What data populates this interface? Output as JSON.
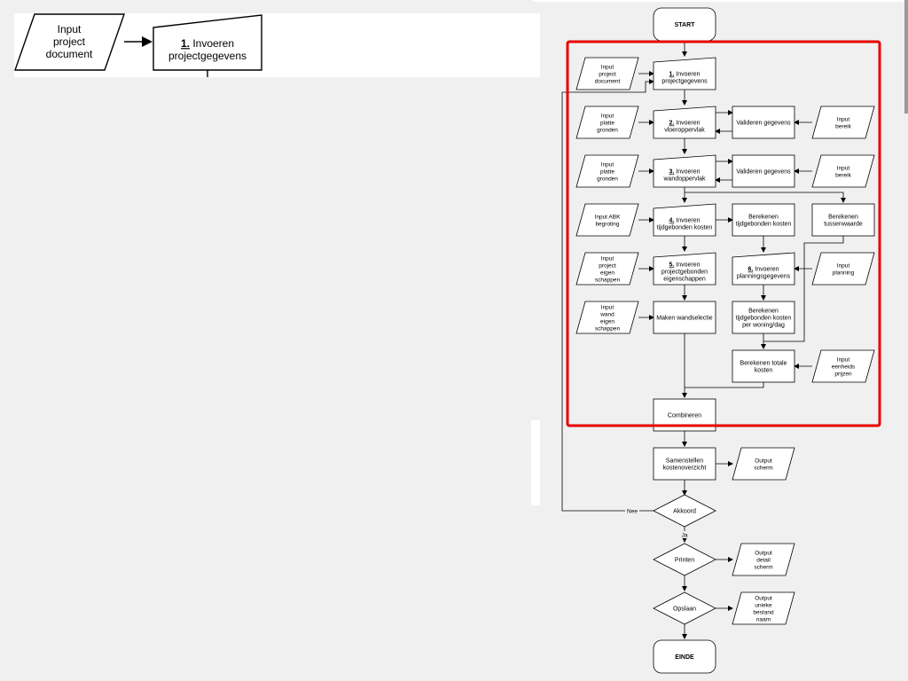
{
  "zoom": {
    "input_label": [
      "Input",
      "project",
      "document"
    ],
    "step_num": "1.",
    "step_label": [
      "Invoeren",
      "projectgegevens"
    ]
  },
  "flow": {
    "start": "START",
    "end": "EINDE",
    "inputs": {
      "project_document": [
        "Input",
        "project",
        "document"
      ],
      "platte_gronden_1": [
        "Input",
        "platte",
        "gronden"
      ],
      "platte_gronden_2": [
        "Input",
        "platte",
        "gronden"
      ],
      "abk_begroting": [
        "Input ABK",
        "begroting"
      ],
      "project_eigenschappen": [
        "Input",
        "project",
        "eigen",
        "schappen"
      ],
      "wand_eigenschappen": [
        "Input",
        "wand",
        "eigen",
        "schappen"
      ],
      "bereik_1": [
        "Input",
        "bereik"
      ],
      "bereik_2": [
        "Input",
        "bereik"
      ],
      "planning": [
        "Input",
        "planning"
      ],
      "eenheidsprijzen": [
        "Input",
        "eenheids",
        "prijzen"
      ]
    },
    "steps": {
      "s1": {
        "num": "1.",
        "lines": [
          "Invoeren",
          "projectgegevens"
        ]
      },
      "s2": {
        "num": "2.",
        "lines": [
          "Invoeren",
          "vloeroppervlak"
        ]
      },
      "s3": {
        "num": "3.",
        "lines": [
          "Invoeren",
          "wandoppervlak"
        ]
      },
      "s4": {
        "num": "4.",
        "lines": [
          "Invoeren",
          "tijdgebonden kosten"
        ]
      },
      "s5": {
        "num": "5.",
        "lines": [
          "Invoeren",
          "projectgebonden",
          "eigenschappen"
        ]
      },
      "s6": {
        "num": "6.",
        "lines": [
          "Invoeren",
          "planningsgegevens"
        ]
      }
    },
    "process": {
      "valideren_1": [
        "Valideren gegevens"
      ],
      "valideren_2": [
        "Valideren gegevens"
      ],
      "berekenen_tijd": [
        "Berekenen",
        "tijdgebonden kosten"
      ],
      "berekenen_tussen": [
        "Berekenen",
        "tussenwaarde"
      ],
      "maken_wand": [
        "Maken wandselectie"
      ],
      "berekenen_dag": [
        "Berekenen",
        "tijdgebonden kosten",
        "per woning/dag"
      ],
      "berekenen_totaal": [
        "Berekenen totale",
        "kosten"
      ],
      "combineren": [
        "Combineren"
      ],
      "samenstellen": [
        "Samenstellen",
        "kostenoverzicht"
      ]
    },
    "decisions": {
      "akkoord": "Akkoord",
      "printen": "Printen",
      "opslaan": "Opslaan",
      "nee": "Nee",
      "ja": "Ja"
    },
    "outputs": {
      "scherm": [
        "Output",
        "scherm"
      ],
      "detail_scherm": [
        "Output",
        "detail",
        "scherm"
      ],
      "unieke_naam": [
        "Output",
        "unieke",
        "bestand",
        "naam"
      ]
    }
  },
  "colors": {
    "highlight": "#e60000",
    "stroke": "#000000",
    "panel": "#ffffff",
    "background": "#f0f0f0"
  }
}
